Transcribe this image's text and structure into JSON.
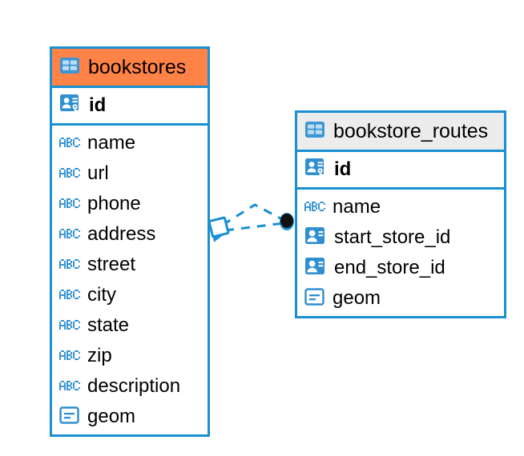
{
  "diagram": {
    "type": "entity-relationship-diagram",
    "background_color": "#ffffff",
    "accent_color": "#1a8fd1",
    "selected_header_color": "#ff8247",
    "header_color": "#ececec"
  },
  "entities": [
    {
      "id": "bookstores",
      "name": "bookstores",
      "selected": true,
      "header_icon": "table-icon",
      "primary_key": {
        "name": "id",
        "icon": "primary-key-icon"
      },
      "fields": [
        {
          "name": "name",
          "icon": "text-type-icon"
        },
        {
          "name": "url",
          "icon": "text-type-icon"
        },
        {
          "name": "phone",
          "icon": "text-type-icon"
        },
        {
          "name": "address",
          "icon": "text-type-icon"
        },
        {
          "name": "street",
          "icon": "text-type-icon"
        },
        {
          "name": "city",
          "icon": "text-type-icon"
        },
        {
          "name": "state",
          "icon": "text-type-icon"
        },
        {
          "name": "zip",
          "icon": "text-type-icon"
        },
        {
          "name": "description",
          "icon": "text-type-icon"
        },
        {
          "name": "geom",
          "icon": "geometry-type-icon"
        }
      ]
    },
    {
      "id": "bookstore_routes",
      "name": "bookstore_routes",
      "selected": false,
      "header_icon": "table-icon",
      "primary_key": {
        "name": "id",
        "icon": "primary-key-icon"
      },
      "fields": [
        {
          "name": "name",
          "icon": "text-type-icon"
        },
        {
          "name": "start_store_id",
          "icon": "foreign-key-icon"
        },
        {
          "name": "end_store_id",
          "icon": "foreign-key-icon"
        },
        {
          "name": "geom",
          "icon": "geometry-type-icon"
        }
      ]
    }
  ],
  "relationship": {
    "from_entity": "bookstores",
    "to_entity": "bookstore_routes",
    "from_endpoint_icon": "diamond-endpoint-icon",
    "to_endpoint_icon": "dot-endpoint-icon",
    "line_style": "dashed",
    "line_color": "#1a8fd1"
  },
  "icon_text": {
    "abc": "ABC"
  }
}
